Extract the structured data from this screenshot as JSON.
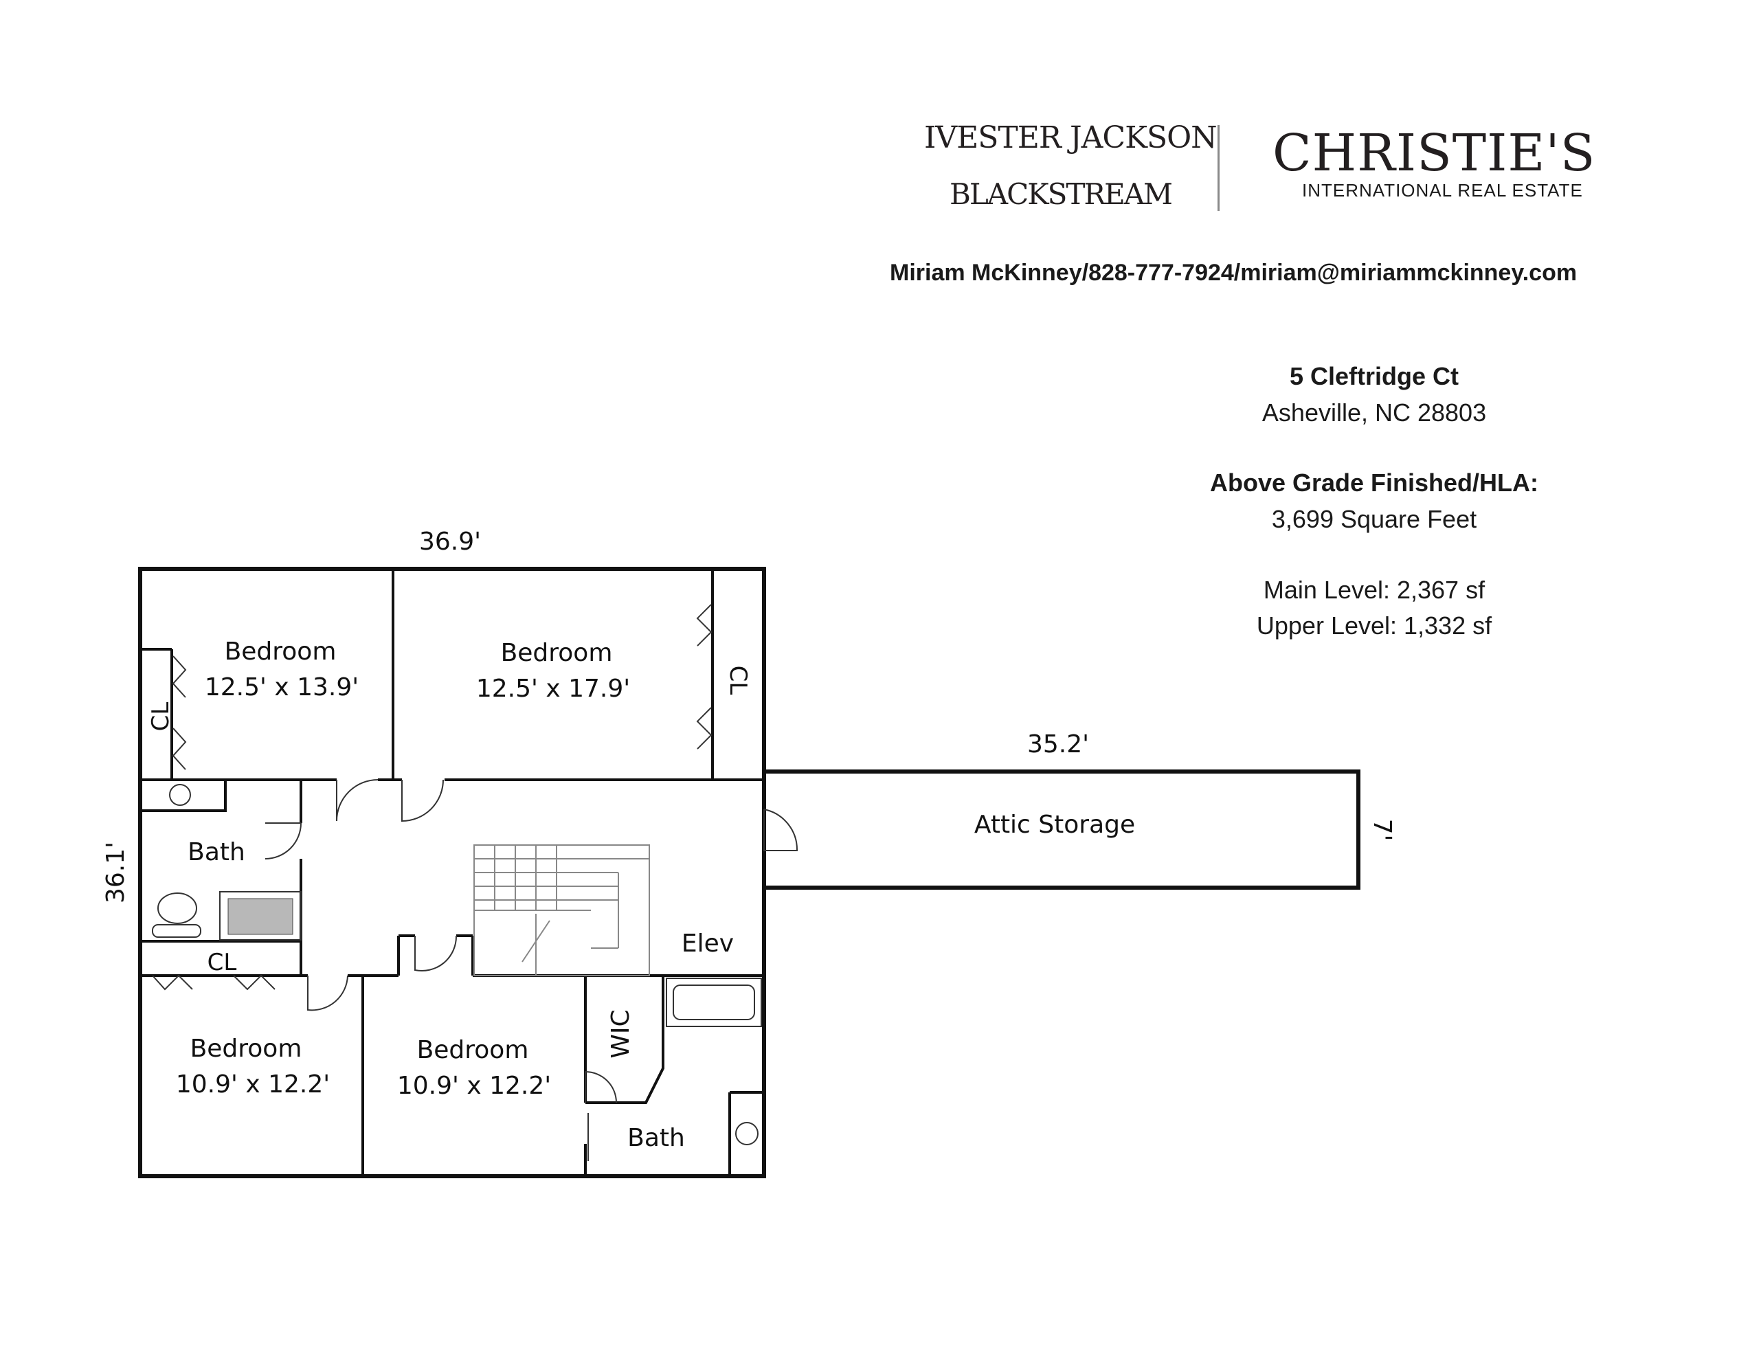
{
  "header": {
    "logo_left_line1": "IVESTER JACKSON",
    "logo_left_line2": "BLACKSTREAM",
    "logo_right_line1": "CHRISTIE'S",
    "logo_right_line2": "INTERNATIONAL REAL ESTATE",
    "contact": "Miriam McKinney/828-777-7924/miriam@miriammckinney.com"
  },
  "property": {
    "address_line1": "5 Cleftridge Ct",
    "address_line2": "Asheville, NC 28803",
    "area_heading": "Above Grade Finished/HLA:",
    "area_total": "3,699 Square Feet",
    "main_level": "Main Level: 2,367 sf",
    "upper_level": "Upper Level: 1,332 sf"
  },
  "floorplan": {
    "dim_top": "36.9'",
    "dim_left": "36.1'",
    "dim_attic_top": "35.2'",
    "dim_attic_right": "7'",
    "rooms": {
      "bedroom_nw_name": "Bedroom",
      "bedroom_nw_size": "12.5' x 13.9'",
      "bedroom_n_name": "Bedroom",
      "bedroom_n_size": "12.5' x 17.9'",
      "bedroom_sw_name": "Bedroom",
      "bedroom_sw_size": "10.9' x 12.2'",
      "bedroom_s_name": "Bedroom",
      "bedroom_s_size": "10.9' x 12.2'",
      "bath_w": "Bath",
      "bath_se": "Bath",
      "attic": "Attic Storage",
      "elev": "Elev",
      "wic": "WIC",
      "cl_nw": "CL",
      "cl_n": "CL",
      "cl_sw": "CL"
    }
  }
}
